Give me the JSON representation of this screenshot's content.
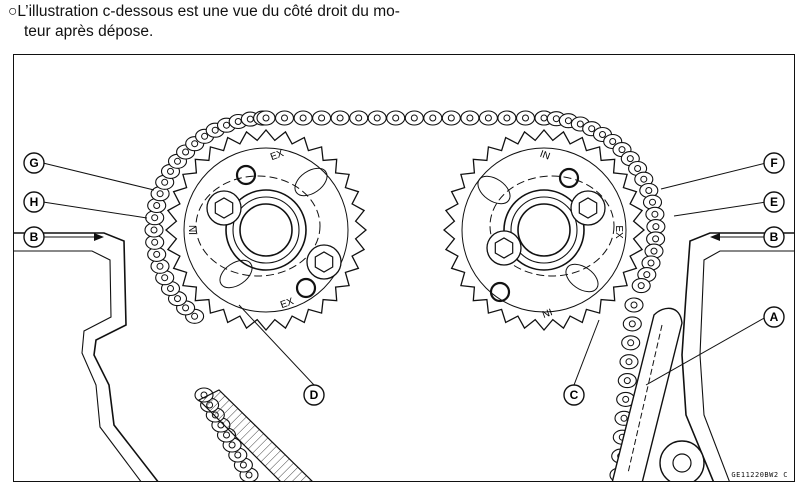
{
  "caption": {
    "line1": "○L’illustration c-dessous est une vue du côté droit du mo-",
    "line2": "teur après dépose."
  },
  "callouts": {
    "A": "A",
    "B": "B",
    "C": "C",
    "D": "D",
    "E": "E",
    "F": "F",
    "G": "G",
    "H": "H"
  },
  "marks": {
    "ex": "EX",
    "in": "IN"
  },
  "figure_code": "GE11220BW2 C"
}
